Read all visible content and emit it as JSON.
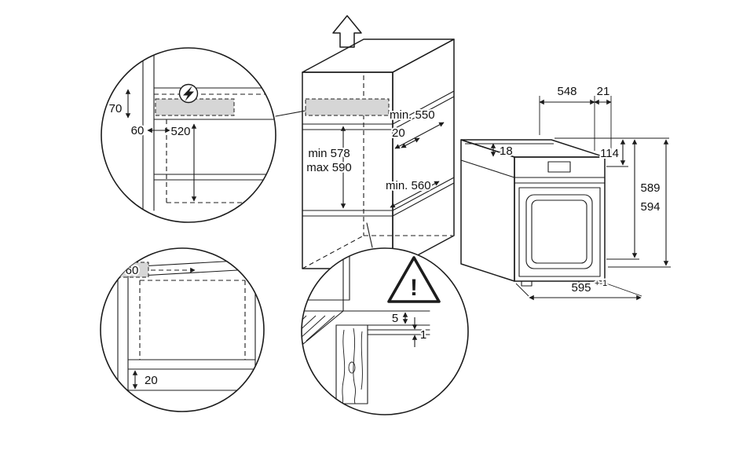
{
  "colors": {
    "background": "#ffffff",
    "line": "#1c1c1c",
    "highlight": "#d6d6d6"
  },
  "icons": {
    "direction": "up-arrow-icon",
    "power": "lightning-bolt-icon",
    "caution": "warning-triangle-icon"
  },
  "cabinet": {
    "min_depth_top": "min. 550",
    "front_clearance": "20",
    "niche_height_min": "min 578",
    "niche_height_max": "max 590",
    "min_depth_bottom": "min. 560"
  },
  "detail_electrical": {
    "height_70": "70",
    "offset_60": "60",
    "drop_520": "520"
  },
  "detail_side": {
    "offset_60": "60",
    "recess_20": "20"
  },
  "detail_floor": {
    "gap_5": "5",
    "gap_1": "1",
    "warning_mark": "!"
  },
  "oven": {
    "depth_548": "548",
    "panel_21": "21",
    "top_18": "18",
    "panel_height_114": "114",
    "height_589": "589",
    "height_594": "594",
    "width_595": "595",
    "width_tolerance": "+-1"
  }
}
